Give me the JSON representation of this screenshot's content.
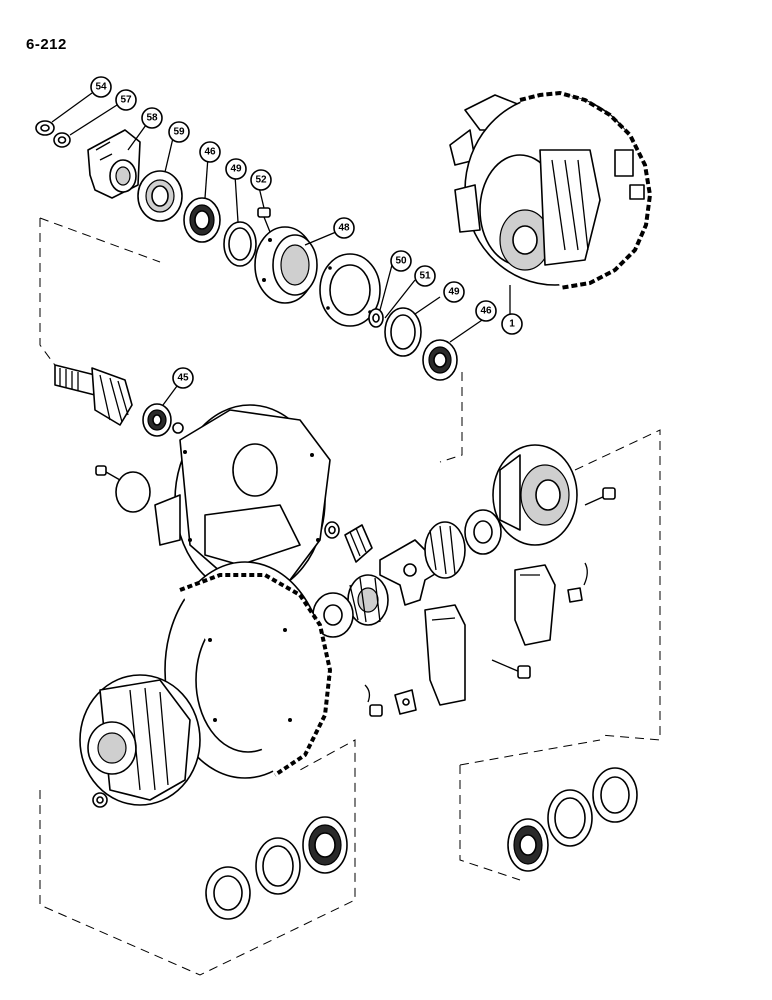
{
  "page_number": "6-212",
  "callouts": [
    {
      "id": "54",
      "label": "54"
    },
    {
      "id": "57",
      "label": "57"
    },
    {
      "id": "58",
      "label": "58"
    },
    {
      "id": "59",
      "label": "59"
    },
    {
      "id": "46a",
      "label": "46"
    },
    {
      "id": "49a",
      "label": "49"
    },
    {
      "id": "52",
      "label": "52"
    },
    {
      "id": "48",
      "label": "48"
    },
    {
      "id": "50",
      "label": "50"
    },
    {
      "id": "51",
      "label": "51"
    },
    {
      "id": "49b",
      "label": "49"
    },
    {
      "id": "46b",
      "label": "46"
    },
    {
      "id": "1",
      "label": "1"
    },
    {
      "id": "45",
      "label": "45"
    }
  ]
}
